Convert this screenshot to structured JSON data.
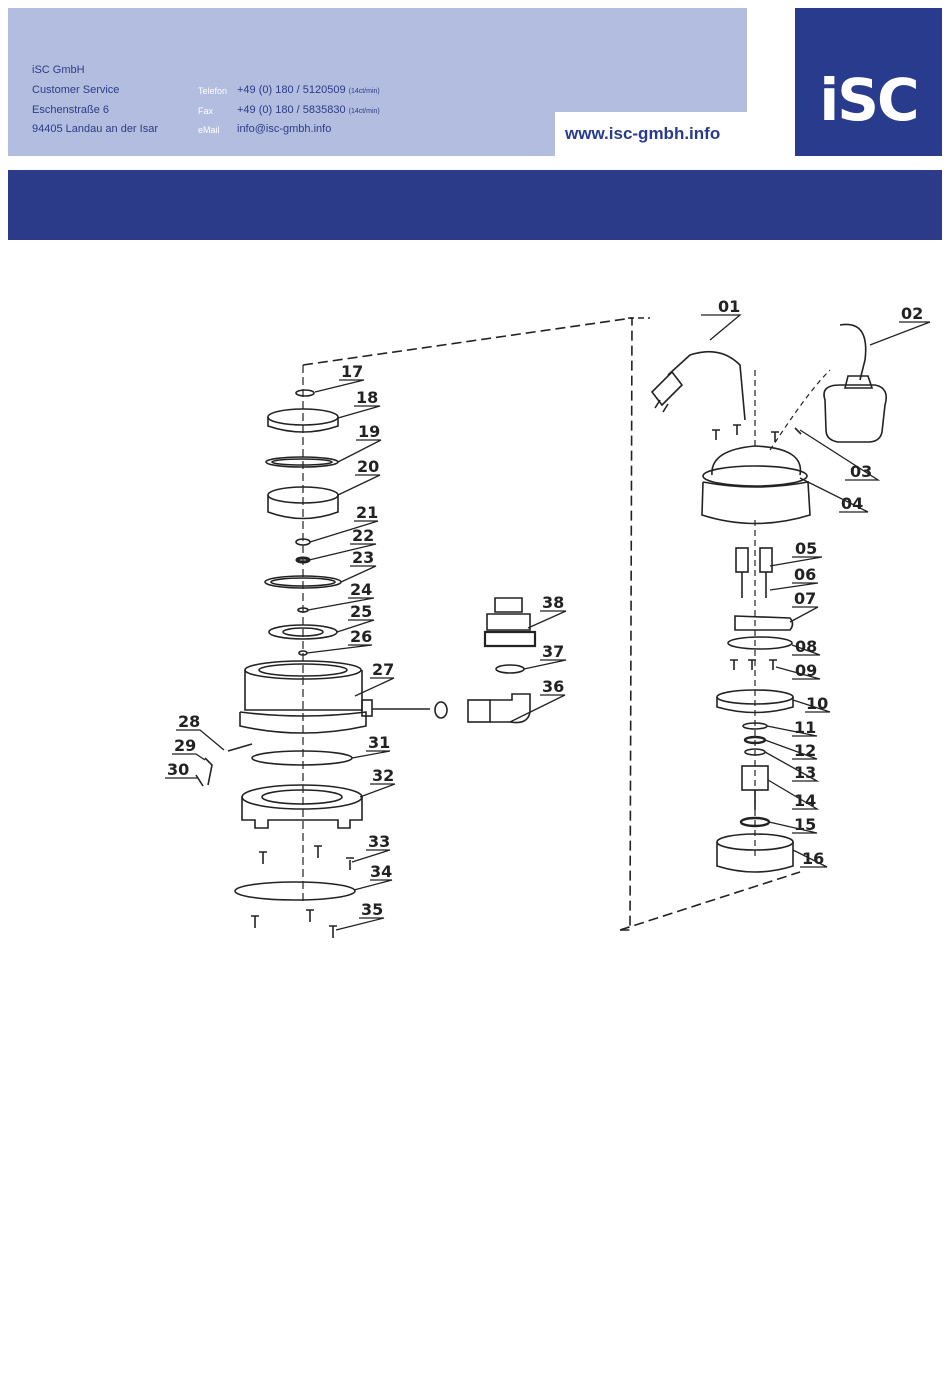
{
  "company": {
    "name": "iSC GmbH",
    "department": "Customer Service",
    "street": "Eschenstraße 6",
    "city": "94405 Landau an der Isar"
  },
  "contact": {
    "phone_label": "Telefon",
    "phone_value": "+49 (0) 180 / 5120509",
    "phone_rate": "(14ct/min)",
    "fax_label": "Fax",
    "fax_value": "+49 (0) 180 / 5835830",
    "fax_rate": "(14ct/min)",
    "email_label": "eMail",
    "email_value": "info@isc-gmbh.info"
  },
  "website": "www.isc-gmbh.info",
  "logo": "iSC",
  "colors": {
    "header_panel": "#b3bde0",
    "brand_blue": "#283b8d",
    "band_blue": "#2b3b8a"
  },
  "parts": [
    "01",
    "02",
    "03",
    "04",
    "05",
    "06",
    "07",
    "08",
    "09",
    "10",
    "11",
    "12",
    "13",
    "14",
    "15",
    "16",
    "17",
    "18",
    "19",
    "20",
    "21",
    "22",
    "23",
    "24",
    "25",
    "26",
    "27",
    "28",
    "29",
    "30",
    "31",
    "32",
    "33",
    "34",
    "35",
    "36",
    "37",
    "38"
  ]
}
